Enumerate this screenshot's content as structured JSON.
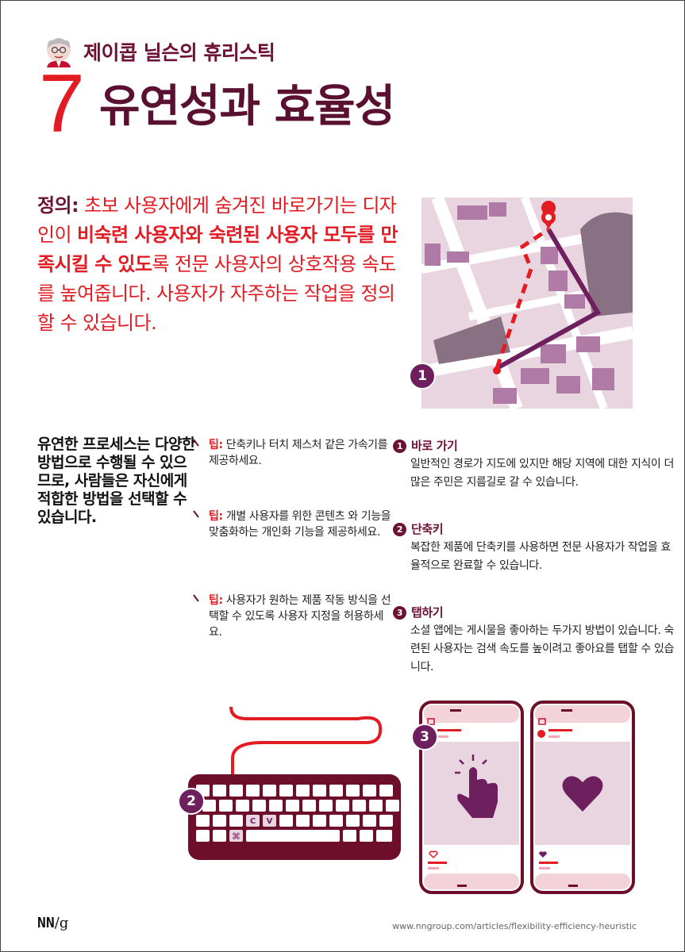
{
  "header": {
    "subtitle": "제이콥 닐슨의 휴리스틱",
    "number": "7",
    "title": "유연성과 효율성"
  },
  "definition": {
    "label": "정의:",
    "part1": " 초보 사용자에게 숨겨진 바로가기는 디자인이 ",
    "bold": "비숙련 사용자와 숙련된 사용자 모두를 만족시킬 수 있도",
    "part2": "록 전문 사용자의 상호작용 속도를 높여줍니다. 사용자가 자주하는 작업을 정의할 수 있습니다."
  },
  "left_text": "유연한 프로세스는 다양한 방법으로 수행될 수 있으므로, 사람들은 자신에게 적합한 방법을 선택할 수 있습니다.",
  "tips": [
    {
      "label": "팁:",
      "text": " 단축키나 터치 제스처 같은 가속기를 제공하세요."
    },
    {
      "label": "팁:",
      "text": " 개별 사용자를 위한 콘텐츠 와 기능을 맞춤화하는 개인화 기능을 제공하세요."
    },
    {
      "label": "팁:",
      "text": " 사용자가 원하는 제품 작동 방식을 선택할 수 있도록 사용자 지정을 허용하세요."
    }
  ],
  "notes": [
    {
      "num": "1",
      "title": "바로 가기",
      "text": "일반적인 경로가 지도에 있지만 해당 지역에 대한 지식이 더 많은 주민은 지름길로 갈 수 있습니다."
    },
    {
      "num": "2",
      "title": "단축키",
      "text": "복잡한 제품에 단축키를 사용하면 전문 사용자가 작업을 효율적으로 완료할 수 있습니다."
    },
    {
      "num": "3",
      "title": "탭하기",
      "text": "소셜 앱에는 게시물을 좋아하는 두가지 방법이 있습니다. 숙련된 사용자는 검색 속도를 높이려고 좋아요를 탭할 수 있습니다."
    }
  ],
  "illustration": {
    "map_badge": "1",
    "keyboard_badge": "2",
    "phone_badge": "3",
    "key_c": "C",
    "key_v": "V",
    "key_cmd": "⌘"
  },
  "footer": {
    "logo_bold": "NN",
    "logo_rest": "/g",
    "url": "www.nngroup.com/articles/flexibility-efficiency-heuristic"
  },
  "colors": {
    "red": "#e31b23",
    "maroon": "#6d1234",
    "purple": "#6d1f5e",
    "map_bg": "#e8d5e0"
  }
}
